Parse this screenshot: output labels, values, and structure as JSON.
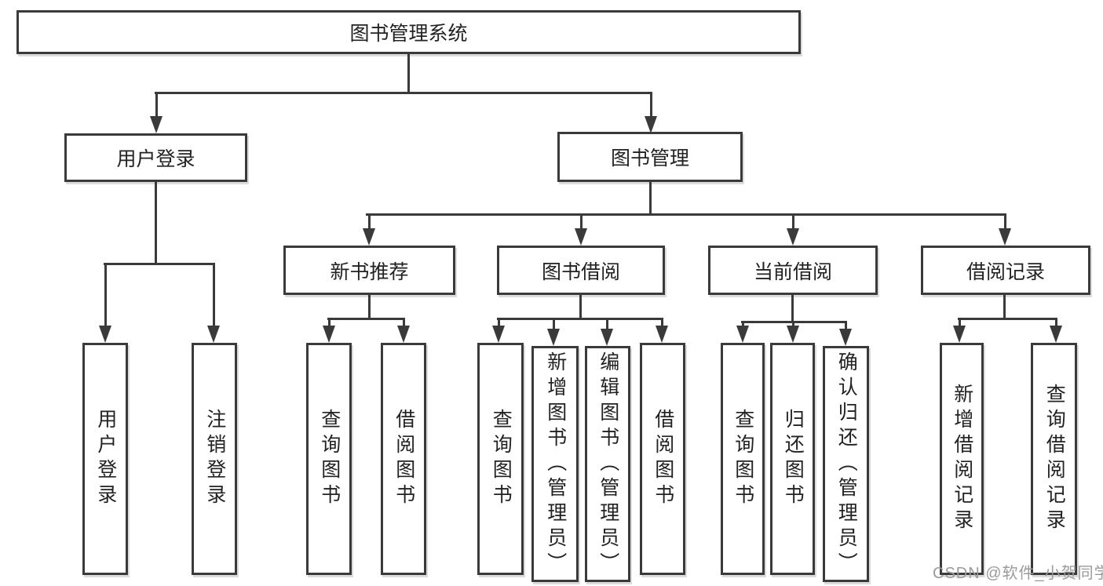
{
  "nodes": {
    "root": "图书管理系统",
    "user_login": "用户登录",
    "book_mgmt": "图书管理",
    "new_book_rec": "新书推荐",
    "book_borrow": "图书借阅",
    "current_borrow": "当前借阅",
    "borrow_records": "借阅记录"
  },
  "leaves": {
    "user_login": [
      "用户登录",
      "注销登录"
    ],
    "new_book_rec": [
      "查询图书",
      "借阅图书"
    ],
    "book_borrow": [
      "查询图书",
      "新增图书（管理员）",
      "编辑图书（管理员）",
      "借阅图书"
    ],
    "current_borrow": [
      "查询图书",
      "归还图书",
      "确认归还（管理员）"
    ],
    "borrow_records": [
      "新增借阅记录",
      "查询借阅记录"
    ]
  },
  "watermark": "CSDN @软件_小贺同学",
  "colors": {
    "line": "#3a3a3a",
    "text": "#222222",
    "background": "#ffffff",
    "watermark": "#9b9b9b"
  }
}
